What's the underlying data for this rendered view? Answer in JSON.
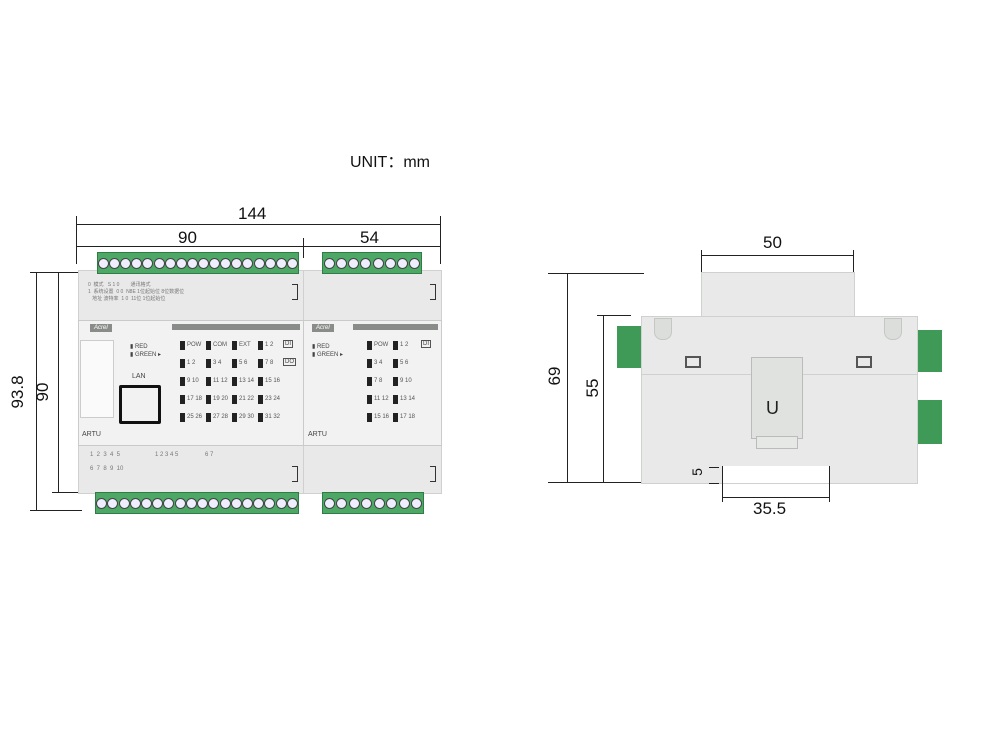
{
  "unit_label": "UNIT：mm",
  "front_view": {
    "dims": {
      "total_width": "144",
      "main_width": "90",
      "ext_width": "54",
      "total_height": "93.8",
      "body_height": "90"
    },
    "main_module": {
      "brand": "Acrel",
      "model": "ARTU",
      "port_label": "LAN",
      "status_leds": [
        "RED",
        "GREEN"
      ],
      "ind_tag_1": "DI",
      "ind_tag_2": "DO",
      "led_labels": [
        "POW",
        "COM",
        "EXT",
        "1 2",
        "1 2",
        "3 4",
        "5 6",
        "7 8",
        "9 10",
        "11 12",
        "13 14",
        "15 16",
        "17 18",
        "19 20",
        "21 22",
        "23 24",
        "25 26",
        "27 28",
        "29 30",
        "31 32"
      ],
      "bottom_numbers_1": "1  2  3  4  5",
      "bottom_numbers_2": "6  7  8  9  10",
      "bottom_numbers_3": "1 2 3 4 5",
      "bottom_numbers_4": "6 7"
    },
    "ext_module": {
      "brand": "Acrel",
      "model": "ARTU",
      "status_leds": [
        "RED",
        "GREEN"
      ],
      "ind_tag": "DI",
      "led_labels": [
        "POW",
        "1 2",
        "3 4",
        "5 6",
        "7 8",
        "9 10",
        "11 12",
        "13 14",
        "15 16",
        "17 18"
      ]
    }
  },
  "side_view": {
    "dims": {
      "top_width": "50",
      "total_height": "69",
      "body_height": "55",
      "rail_offset": "5",
      "rail_width": "35.5"
    },
    "clip_mark": "U"
  },
  "colors": {
    "terminal": "#4da865",
    "body": "#e8e9e8",
    "dim_line": "#222222"
  }
}
